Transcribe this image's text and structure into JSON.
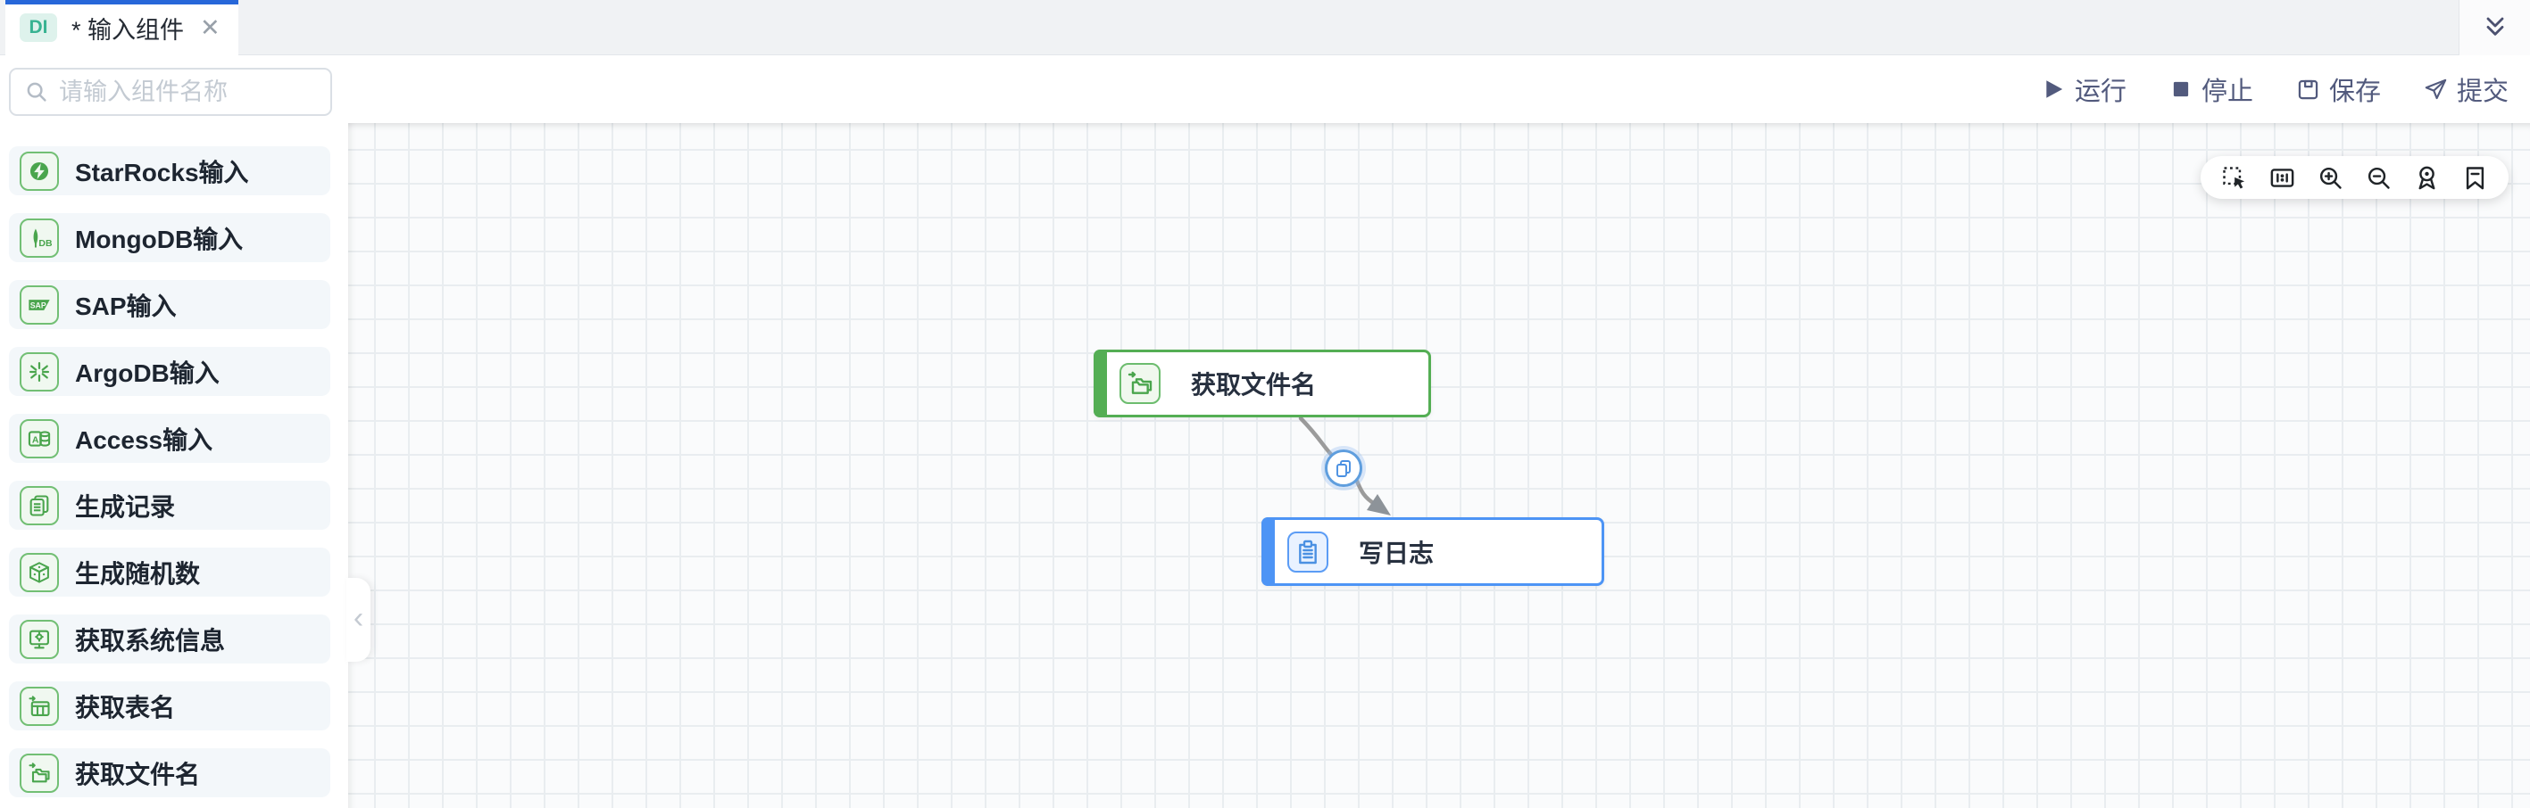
{
  "tab_bar": {
    "tab": {
      "badge": "DI",
      "title": "* 输入组件",
      "close_glyph": "✕"
    },
    "collapse_tabs_icon": "double-chevron-down"
  },
  "actions": {
    "run": "运行",
    "stop": "停止",
    "save": "保存",
    "submit": "提交"
  },
  "sidebar": {
    "search": {
      "placeholder": "请输入组件名称",
      "icon": "search"
    },
    "items": [
      {
        "label": "StarRocks输入",
        "icon": "starrocks-input"
      },
      {
        "label": "MongoDB输入",
        "icon": "mongodb-input",
        "icon_text": "DB"
      },
      {
        "label": "SAP输入",
        "icon": "sap-input",
        "icon_text": "SAP"
      },
      {
        "label": "ArgoDB输入",
        "icon": "argodb-input"
      },
      {
        "label": "Access输入",
        "icon": "access-input",
        "icon_text": "A"
      },
      {
        "label": "生成记录",
        "icon": "generate-records"
      },
      {
        "label": "生成随机数",
        "icon": "generate-random-number"
      },
      {
        "label": "获取系统信息",
        "icon": "get-system-info"
      },
      {
        "label": "获取表名",
        "icon": "get-table-name"
      },
      {
        "label": "获取文件名",
        "icon": "get-file-name"
      }
    ],
    "collapse_glyph": "‹"
  },
  "canvas": {
    "nodes": [
      {
        "label": "获取文件名",
        "type": "get-file-name",
        "accent_color": "#54ae54"
      },
      {
        "label": "写日志",
        "type": "write-log",
        "accent_color": "#4d94f5"
      }
    ],
    "edge": {
      "badge_icon": "copy",
      "color": "#9b9b9b"
    },
    "toolbar_icons": [
      "marquee-select",
      "actual-size",
      "zoom-in",
      "zoom-out",
      "locate",
      "bookmark"
    ]
  },
  "colors": {
    "tab_accent": "#2767d9",
    "badge_bg": "#def2ec",
    "badge_text": "#38b392",
    "green": "#54ae54",
    "blue": "#4d94f5",
    "sidebar_item_bg": "#f3f7fa",
    "action_text": "#525a7d"
  }
}
